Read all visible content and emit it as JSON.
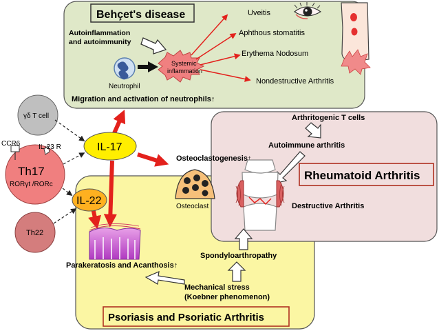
{
  "behcet": {
    "title": "Behçet's disease",
    "autoinflammation_line1": "Autoinflammation",
    "autoinflammation_line2": "and autoimmunity",
    "systemic_line1": "Systemic",
    "systemic_line2": "inflammation",
    "neutrophil": "Neutrophil",
    "migration": "Migration and activation of neutrophils↑",
    "manifestations": [
      "Uveitis",
      "Aphthous stomatitis",
      "Erythema Nodosum",
      "Nondestructive Arthritis"
    ]
  },
  "cells": {
    "gd_t": "γδ T cell",
    "th17": "Th17",
    "ror": "RORγt /RORc",
    "ccr6": "CCR6",
    "il23r": "IL-23 R",
    "th22": "Th22"
  },
  "cytokines": {
    "il17": "IL-17",
    "il22": "IL-22"
  },
  "ra": {
    "title": "Rheumatoid Arthritis",
    "arthritogenic": "Arthritogenic T cells",
    "autoimmune": "Autoimmune arthritis",
    "osteoclastogenesis": "Osteoclastogenesis↑",
    "osteoclast": "Osteoclast",
    "destructive": "Destructive Arthritis"
  },
  "psoriasis": {
    "title": "Psoriasis and Psoriatic Arthritis",
    "parakeratosis": "Parakeratosis and Acanthosis↑",
    "spondylo": "Spondyloarthropathy",
    "mechanical_line1": "Mechanical stress",
    "mechanical_line2": "(Koebner phenomenon)"
  },
  "colors": {
    "behcet_bg": "#dfe8c8",
    "ra_bg": "#f1dede",
    "psoriasis_bg": "#fbf6a3",
    "cytokine": "#ffee00",
    "arrow_red": "#e3211c",
    "th17": "#f07f7f",
    "th22": "#d47d7d"
  }
}
